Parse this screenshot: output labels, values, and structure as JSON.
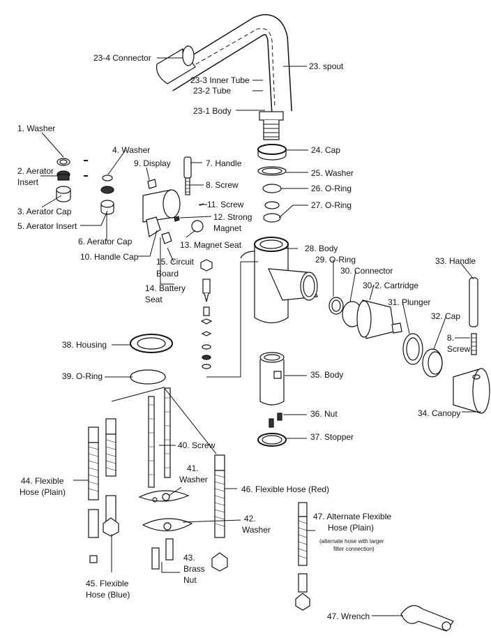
{
  "parts": {
    "p23_4": "23-4 Connector",
    "p23": "23. spout",
    "p23_3": "23-3 Inner Tube",
    "p23_2": "23-2 Tube",
    "p23_1": "23-1 Body",
    "p1": "1. Washer",
    "p2a": "2. Aerator",
    "p2b": "Insert",
    "p3": "3. Aerator Cap",
    "p4": "4. Washer",
    "p5": "5. Aerator Insert",
    "p6": "6. Aerator Cap",
    "p7": "7. Handle",
    "p8": "8. Screw",
    "p9": "9. Display",
    "p10": "10. Handle Cap",
    "p11": "11. Screw",
    "p12a": "12. Strong",
    "p12b": "Magnet",
    "p13": "13. Magnet Seat",
    "p14a": "14. Battery",
    "p14b": "Seat",
    "p15a": "15. Circuit",
    "p15b": "Board",
    "p24": "24. Cap",
    "p25": "25. Washer",
    "p26": "26. O-Ring",
    "p27": "27. O-Ring",
    "p28": "28. Body",
    "p29": "29. O-Ring",
    "p30": "30. Connector",
    "p30_2": "30-2. Cartridge",
    "p31": "31. Plunger",
    "p32": "32. Cap",
    "p33": "33. Handle",
    "p8b_a": "8.",
    "p8b_b": "Screw",
    "p34": "34. Canopy",
    "p35": "35. Body",
    "p36": "36. Nut",
    "p37": "37. Stopper",
    "p38": "38. Housing",
    "p39": "39. O-Ring",
    "p40": "40. Screw",
    "p41a": "41.",
    "p41b": "Washer",
    "p42a": "42.",
    "p42b": "Washer",
    "p43a": "43.",
    "p43b": "Brass",
    "p43c": "Nut",
    "p44a": "44. Flexible",
    "p44b": "Hose (Plain)",
    "p45a": "45. Flexible",
    "p45b": "Hose (Blue)",
    "p46": "46. Flexible Hose (Red)",
    "p47a": "47. Alternate Flexible",
    "p47b": "Hose (Plain)",
    "p47n1": "(alternate hose with larger",
    "p47n2": "filter connection)",
    "p47w": "47. Wrench"
  }
}
